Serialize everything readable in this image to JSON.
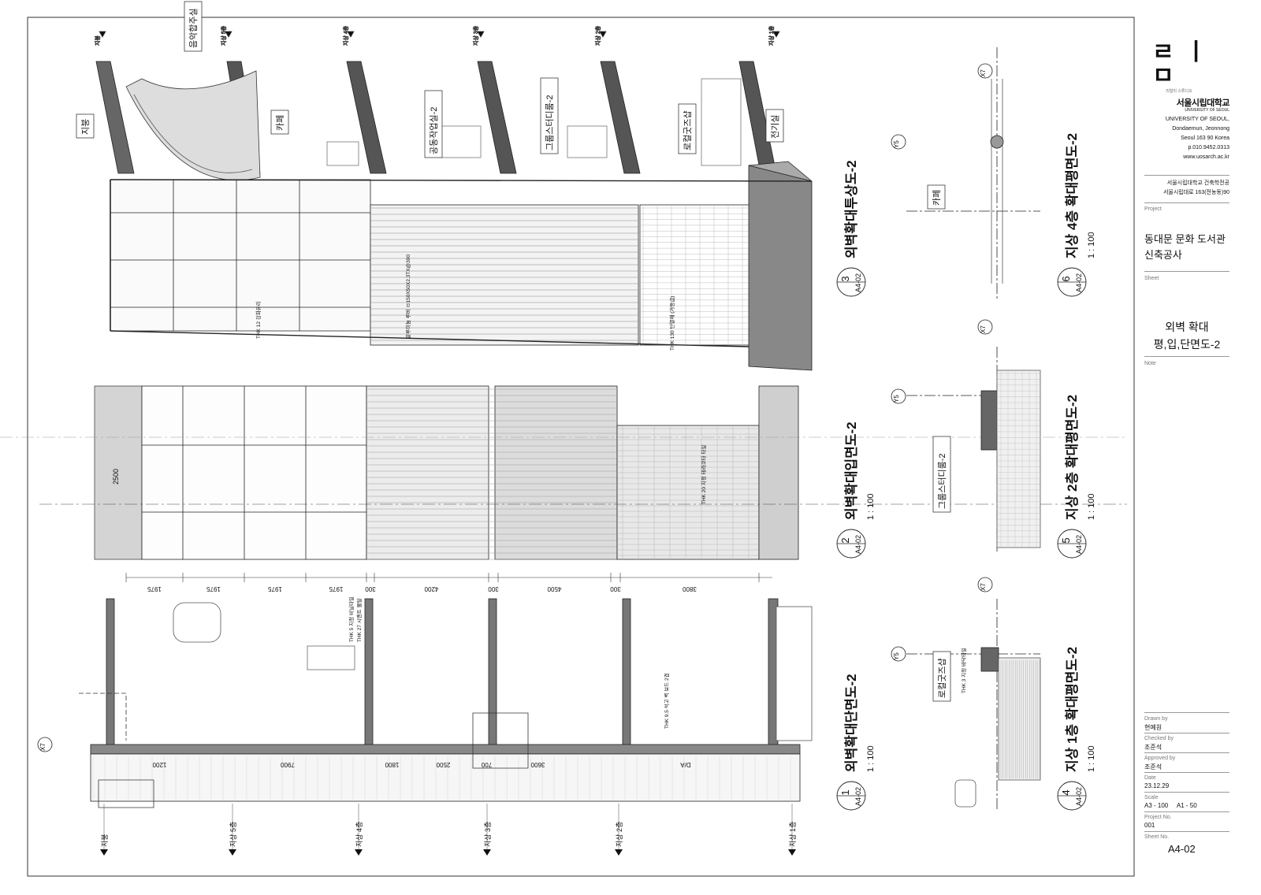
{
  "drawing": {
    "views": [
      {
        "num": "1",
        "ref": "A4-02",
        "title": "외벽확대단면도-2",
        "scale": "1 : 100"
      },
      {
        "num": "2",
        "ref": "A4-02",
        "title": "외벽확대입면도-2",
        "scale": "1 : 100"
      },
      {
        "num": "3",
        "ref": "A4-02",
        "title": "외벽확대투상도-2",
        "scale": ""
      },
      {
        "num": "4",
        "ref": "A4-02",
        "title": "지상 1층 확대평면도-2",
        "scale": "1 : 100"
      },
      {
        "num": "5",
        "ref": "A4-02",
        "title": "지상 2층 확대평면도-2",
        "scale": "1 : 100"
      },
      {
        "num": "6",
        "ref": "A4-02",
        "title": "지상 4층 확대평면도-2",
        "scale": "1 : 100"
      }
    ],
    "room_tags": [
      "지붕",
      "카페",
      "음악합주실",
      "공동작업실-2",
      "그룹스터디룸-2",
      "로컬굿즈샵",
      "전기실",
      "카페",
      "그룹스터디룸-2",
      "로컬굿즈샵"
    ],
    "level_tags": [
      "지붕",
      "지상 5층",
      "지상 4층",
      "지상 3층",
      "지상 2층",
      "지상 1층"
    ],
    "dimensions": [
      "1975",
      "1975",
      "1975",
      "1975",
      "300",
      "4200",
      "300",
      "4500",
      "300",
      "3800"
    ],
    "section_dims": [
      "1200",
      "7900",
      "1800",
      "2500",
      "700",
      "3600",
      "D/A"
    ],
    "elev_dim": "2500",
    "grid_bubbles": [
      "X7",
      "Y5"
    ],
    "notes": [
      "THK 12 강화유리",
      "알루미늄 루버 ㅁ150X50X2.3TX@300",
      "THK 20 지정 테라코타 타일",
      "THK 130 단열재 (가등급)",
      "THK 5 지정 비닐타일",
      "THK 27 시멘트 몰탈",
      "THK 9.5 석고 벽 보드 2겹",
      "THK 3 지정 바닥타일"
    ]
  },
  "title_block": {
    "logo_mark": "ㄹㅣㅁ",
    "logo_sub": "리얼리 스튜디오",
    "university_kr": "서울시립대학교",
    "university_en_small": "UNIVERSITY OF SEOUL",
    "address": [
      "UNIVERSITY OF SEOUL,",
      "Dondaemun, Jeonnong",
      "Seoul 163 90 Korea",
      "p.010.9452.0313",
      "www.uosarch.ac.kr"
    ],
    "dept": [
      "서울시립대학교 건축학전공",
      "서울시립대로 163(전농동)90"
    ],
    "project_label": "Project",
    "project_name": [
      "동대문 문화 도서관",
      "신축공사"
    ],
    "sheet_label": "Sheet",
    "sheet_name": [
      "외벽 확대",
      "평,입,단면도-2"
    ],
    "note_label": "Note",
    "drawn_by_label": "Drawn by",
    "drawn_by": "현예원",
    "checked_by_label": "Checked by",
    "checked_by": "조준석",
    "approved_by_label": "Approved by",
    "approved_by": "조준석",
    "date_label": "Date",
    "date": "23.12.29",
    "scale_label": "Scale",
    "scale": "A3 - 100     A1 - 50",
    "project_no_label": "Project No.",
    "project_no": "001",
    "sheet_no_label": "Sheet No.",
    "sheet_no": "A4-02"
  }
}
